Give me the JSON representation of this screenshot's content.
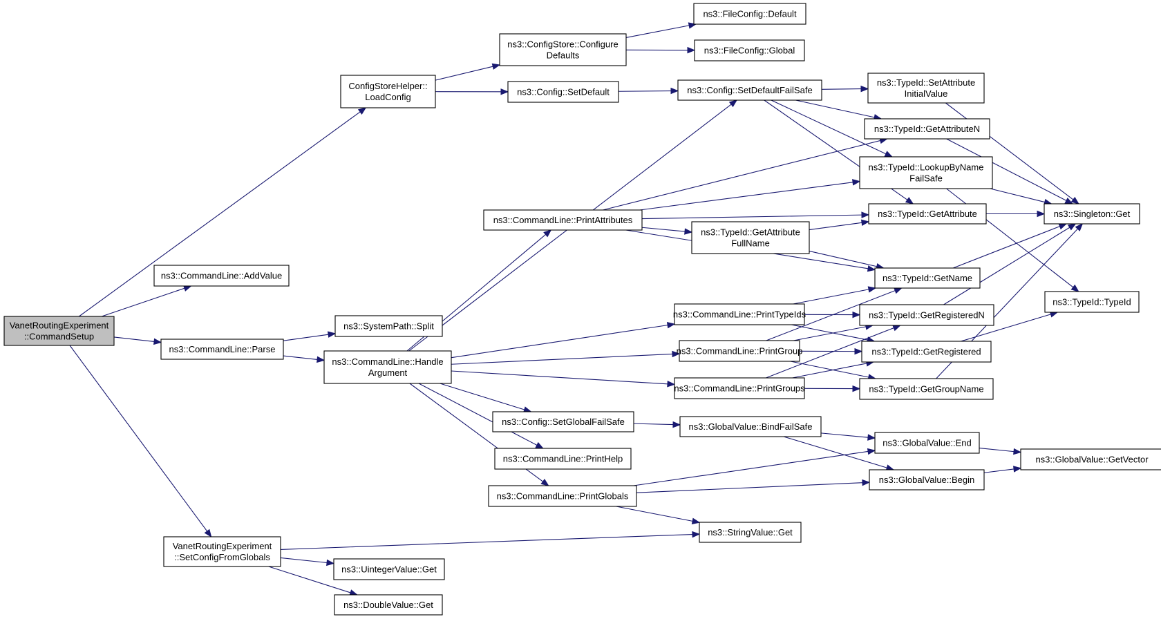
{
  "graph": {
    "type": "call-graph",
    "edge_color": "#191970",
    "root_fill": "#bfbfbf",
    "nodes": [
      {
        "id": "cmdsetup",
        "lines": [
          "VanetRoutingExperiment",
          "::CommandSetup"
        ],
        "root": true
      },
      {
        "id": "addvalue",
        "lines": [
          "ns3::CommandLine::AddValue"
        ]
      },
      {
        "id": "loadconfig",
        "lines": [
          "ConfigStoreHelper::",
          "LoadConfig"
        ]
      },
      {
        "id": "parse",
        "lines": [
          "ns3::CommandLine::Parse"
        ]
      },
      {
        "id": "setconfig",
        "lines": [
          "VanetRoutingExperiment",
          "::SetConfigFromGlobals"
        ]
      },
      {
        "id": "csconfig",
        "lines": [
          "ns3::ConfigStore::Configure",
          "Defaults"
        ]
      },
      {
        "id": "cfgsetdef",
        "lines": [
          "ns3::Config::SetDefault"
        ]
      },
      {
        "id": "fcdefault",
        "lines": [
          "ns3::FileConfig::Default"
        ]
      },
      {
        "id": "fcglobal",
        "lines": [
          "ns3::FileConfig::Global"
        ]
      },
      {
        "id": "split",
        "lines": [
          "ns3::SystemPath::Split"
        ]
      },
      {
        "id": "handlearg",
        "lines": [
          "ns3::CommandLine::Handle",
          "Argument"
        ]
      },
      {
        "id": "setdeffs",
        "lines": [
          "ns3::Config::SetDefaultFailSafe"
        ]
      },
      {
        "id": "printattrs",
        "lines": [
          "ns3::CommandLine::PrintAttributes"
        ]
      },
      {
        "id": "printtypeids",
        "lines": [
          "ns3::CommandLine::PrintTypeIds"
        ]
      },
      {
        "id": "printgroup",
        "lines": [
          "ns3::CommandLine::PrintGroup"
        ]
      },
      {
        "id": "printgroups",
        "lines": [
          "ns3::CommandLine::PrintGroups"
        ]
      },
      {
        "id": "setglobfs",
        "lines": [
          "ns3::Config::SetGlobalFailSafe"
        ]
      },
      {
        "id": "printhelp",
        "lines": [
          "ns3::CommandLine::PrintHelp"
        ]
      },
      {
        "id": "printglobals",
        "lines": [
          "ns3::CommandLine::PrintGlobals"
        ]
      },
      {
        "id": "uintget",
        "lines": [
          "ns3::UintegerValue::Get"
        ]
      },
      {
        "id": "dblget",
        "lines": [
          "ns3::DoubleValue::Get"
        ]
      },
      {
        "id": "strget",
        "lines": [
          "ns3::StringValue::Get"
        ]
      },
      {
        "id": "getattrfull",
        "lines": [
          "ns3::TypeId::GetAttribute",
          "FullName"
        ]
      },
      {
        "id": "gvbindfs",
        "lines": [
          "ns3::GlobalValue::BindFailSafe"
        ]
      },
      {
        "id": "setattrinit",
        "lines": [
          "ns3::TypeId::SetAttribute",
          "InitialValue"
        ]
      },
      {
        "id": "getattrn",
        "lines": [
          "ns3::TypeId::GetAttributeN"
        ]
      },
      {
        "id": "lookupfs",
        "lines": [
          "ns3::TypeId::LookupByName",
          "FailSafe"
        ]
      },
      {
        "id": "getattr",
        "lines": [
          "ns3::TypeId::GetAttribute"
        ]
      },
      {
        "id": "getname",
        "lines": [
          "ns3::TypeId::GetName"
        ]
      },
      {
        "id": "getregn",
        "lines": [
          "ns3::TypeId::GetRegisteredN"
        ]
      },
      {
        "id": "getreg",
        "lines": [
          "ns3::TypeId::GetRegistered"
        ]
      },
      {
        "id": "getgroupname",
        "lines": [
          "ns3::TypeId::GetGroupName"
        ]
      },
      {
        "id": "gvend",
        "lines": [
          "ns3::GlobalValue::End"
        ]
      },
      {
        "id": "gvbegin",
        "lines": [
          "ns3::GlobalValue::Begin"
        ]
      },
      {
        "id": "singleton",
        "lines": [
          "ns3::Singleton::Get"
        ]
      },
      {
        "id": "typeid",
        "lines": [
          "ns3::TypeId::TypeId"
        ]
      },
      {
        "id": "gvgetvec",
        "lines": [
          "ns3::GlobalValue::GetVector"
        ]
      }
    ],
    "edges": [
      {
        "from": "cmdsetup",
        "to": "addvalue"
      },
      {
        "from": "cmdsetup",
        "to": "loadconfig"
      },
      {
        "from": "cmdsetup",
        "to": "parse"
      },
      {
        "from": "cmdsetup",
        "to": "setconfig"
      },
      {
        "from": "loadconfig",
        "to": "csconfig"
      },
      {
        "from": "loadconfig",
        "to": "cfgsetdef"
      },
      {
        "from": "csconfig",
        "to": "fcdefault"
      },
      {
        "from": "csconfig",
        "to": "fcglobal"
      },
      {
        "from": "cfgsetdef",
        "to": "setdeffs"
      },
      {
        "from": "parse",
        "to": "split"
      },
      {
        "from": "parse",
        "to": "handlearg"
      },
      {
        "from": "handlearg",
        "to": "setdeffs"
      },
      {
        "from": "handlearg",
        "to": "printattrs"
      },
      {
        "from": "handlearg",
        "to": "printtypeids"
      },
      {
        "from": "handlearg",
        "to": "printgroup"
      },
      {
        "from": "handlearg",
        "to": "printgroups"
      },
      {
        "from": "handlearg",
        "to": "setglobfs"
      },
      {
        "from": "handlearg",
        "to": "printhelp"
      },
      {
        "from": "handlearg",
        "to": "printglobals"
      },
      {
        "from": "setdeffs",
        "to": "setattrinit"
      },
      {
        "from": "setdeffs",
        "to": "getattrn"
      },
      {
        "from": "setdeffs",
        "to": "lookupfs"
      },
      {
        "from": "setdeffs",
        "to": "getattr"
      },
      {
        "from": "printattrs",
        "to": "getattrn"
      },
      {
        "from": "printattrs",
        "to": "lookupfs"
      },
      {
        "from": "printattrs",
        "to": "getattr"
      },
      {
        "from": "printattrs",
        "to": "getattrfull"
      },
      {
        "from": "printattrs",
        "to": "getname"
      },
      {
        "from": "getattrfull",
        "to": "getattr"
      },
      {
        "from": "getattrfull",
        "to": "getname"
      },
      {
        "from": "printtypeids",
        "to": "getname"
      },
      {
        "from": "printtypeids",
        "to": "getregn"
      },
      {
        "from": "printtypeids",
        "to": "getreg"
      },
      {
        "from": "printgroup",
        "to": "getname"
      },
      {
        "from": "printgroup",
        "to": "getregn"
      },
      {
        "from": "printgroup",
        "to": "getreg"
      },
      {
        "from": "printgroup",
        "to": "getgroupname"
      },
      {
        "from": "printgroups",
        "to": "getregn"
      },
      {
        "from": "printgroups",
        "to": "getreg"
      },
      {
        "from": "printgroups",
        "to": "getgroupname"
      },
      {
        "from": "setglobfs",
        "to": "gvbindfs"
      },
      {
        "from": "gvbindfs",
        "to": "gvend"
      },
      {
        "from": "gvbindfs",
        "to": "gvbegin"
      },
      {
        "from": "printglobals",
        "to": "gvend"
      },
      {
        "from": "printglobals",
        "to": "gvbegin"
      },
      {
        "from": "printglobals",
        "to": "strget"
      },
      {
        "from": "setconfig",
        "to": "strget"
      },
      {
        "from": "setconfig",
        "to": "uintget"
      },
      {
        "from": "setconfig",
        "to": "dblget"
      },
      {
        "from": "setattrinit",
        "to": "singleton"
      },
      {
        "from": "getattrn",
        "to": "singleton"
      },
      {
        "from": "lookupfs",
        "to": "singleton"
      },
      {
        "from": "lookupfs",
        "to": "typeid"
      },
      {
        "from": "getattr",
        "to": "singleton"
      },
      {
        "from": "getname",
        "to": "singleton"
      },
      {
        "from": "getregn",
        "to": "singleton"
      },
      {
        "from": "getreg",
        "to": "typeid"
      },
      {
        "from": "getgroupname",
        "to": "singleton"
      },
      {
        "from": "gvend",
        "to": "gvgetvec"
      },
      {
        "from": "gvbegin",
        "to": "gvgetvec"
      }
    ]
  }
}
